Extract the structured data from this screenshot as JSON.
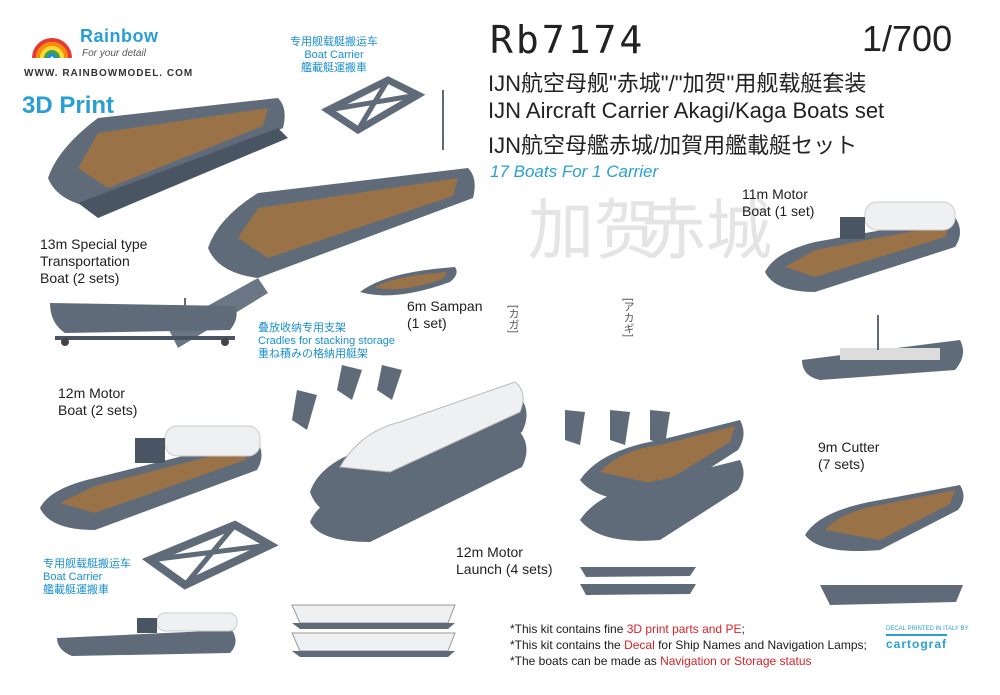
{
  "brand": {
    "name": "Rainbow",
    "tagline": "For your detail",
    "website": "WWW. RAINBOWMODEL. COM",
    "print_label": "3D Print"
  },
  "product": {
    "code": "Rb7174",
    "scale": "1/700",
    "title_cn": "IJN航空母舰\"赤城\"/\"加贺\"用舰载艇套装",
    "title_en": "IJN Aircraft Carrier Akagi/Kaga Boats set",
    "title_jp": "IJN航空母艦赤城/加賀用艦載艇セット",
    "boats_count": "17 Boats For 1 Carrier"
  },
  "watermark": {
    "kaga_kanji": "加贺",
    "akagi_kanji": "赤城",
    "kaga_kana": "[カガ]",
    "akagi_kana": "[アカギ]"
  },
  "labels": {
    "boat_carrier_top": {
      "cn": "专用舰载艇搬运车",
      "en": "Boat Carrier",
      "jp": "艦載艇運搬車"
    },
    "boat_carrier_bottom": {
      "cn": "专用舰载艇搬运车",
      "en": "Boat Carrier",
      "jp": "艦載艇運搬車"
    },
    "transport_boat": [
      "13m Special type",
      "Transportation",
      "Boat (2 sets)"
    ],
    "sampan": [
      "6m Sampan",
      "(1 set)"
    ],
    "cradles": {
      "cn": "叠放收纳专用支架",
      "en": "Cradles for stacking storage",
      "jp": "重ね積みの格納用艇架"
    },
    "motor_boat_11": [
      "11m Motor",
      "Boat (1 set)"
    ],
    "motor_boat_12": [
      "12m Motor",
      "Boat (2 sets)"
    ],
    "motor_launch_12": [
      "12m Motor",
      "Launch (4 sets)"
    ],
    "cutter_9": [
      "9m Cutter",
      "(7 sets)"
    ]
  },
  "notes": [
    {
      "pre": "*This kit contains fine ",
      "hl": "3D print parts and PE",
      "post": ";"
    },
    {
      "pre": "*This kit contains the ",
      "hl": "Decal",
      "post": " for Ship Names and Navigation Lamps;"
    },
    {
      "pre": "*The boats can be made as ",
      "hl": "Navigation or Storage status",
      "post": ""
    }
  ],
  "decal": {
    "printed": "DECAL PRINTED IN ITALY BY",
    "maker": "cartograf"
  },
  "colors": {
    "accent": "#2a9fd6",
    "highlight": "#d8232a",
    "hull": "#5f6b78",
    "deck": "#9a7248",
    "canopy": "#eef0f2"
  }
}
